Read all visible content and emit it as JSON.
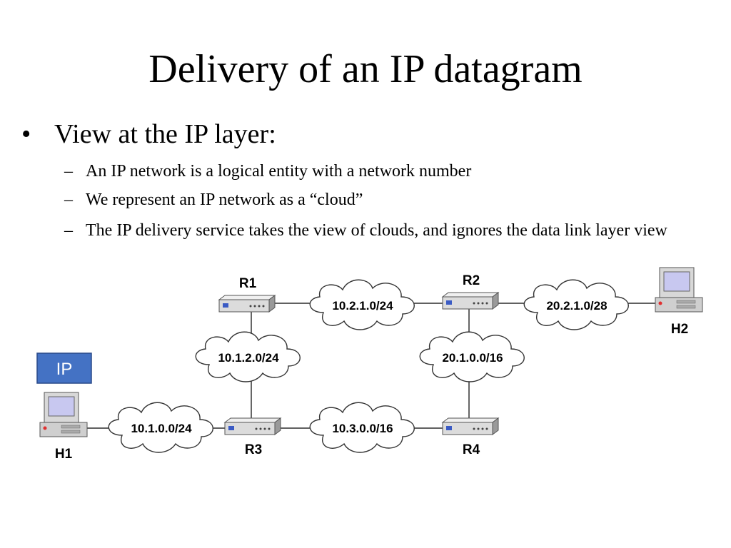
{
  "title": "Delivery of an IP datagram",
  "bullets": {
    "level1": {
      "marker": "•",
      "text": "View at the IP layer:"
    },
    "level2": [
      {
        "marker": "–",
        "text": "An IP network is a logical entity with a network number"
      },
      {
        "marker": "–",
        "text": "We represent an IP network as a “cloud”"
      },
      {
        "marker": "–",
        "text": "The IP delivery service takes the view of clouds, and ignores the data link layer view"
      }
    ]
  },
  "diagram": {
    "layer_box_label": "IP",
    "routers": {
      "r1": "R1",
      "r2": "R2",
      "r3": "R3",
      "r4": "R4"
    },
    "hosts": {
      "h1": "H1",
      "h2": "H2"
    },
    "networks": {
      "h1_r3": "10.1.0.0/24",
      "r1_r3": "10.1.2.0/24",
      "r1_r2": "10.2.1.0/24",
      "r3_r4": "10.3.0.0/16",
      "r2_r4": "20.1.0.0/16",
      "r2_h2": "20.2.1.0/28"
    },
    "colors": {
      "layer_box": "#4472C4",
      "cloud_fill": "#ffffff",
      "router_body": "#dcdcdc",
      "host_screen": "#c8c8f0"
    }
  }
}
